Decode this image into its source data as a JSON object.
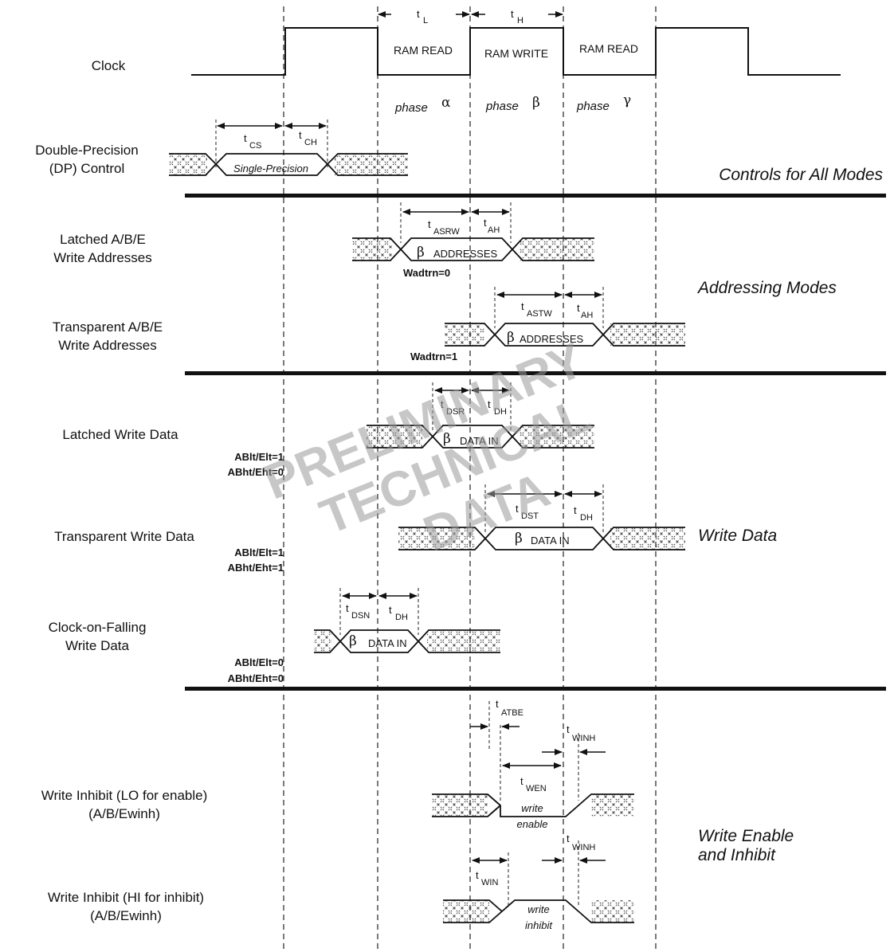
{
  "clock": {
    "label": "Clock",
    "ram_read_1": "RAM READ",
    "ram_write": "RAM WRITE",
    "ram_read_2": "RAM READ"
  },
  "phases": {
    "word": "phase",
    "alpha": "α",
    "beta": "β",
    "gamma": "γ"
  },
  "greek_beta": "β",
  "timing": {
    "tL": "t",
    "tL_sub": "L",
    "tH": "t",
    "tH_sub": "H",
    "tCS": "t",
    "tCS_sub": "CS",
    "tCH": "t",
    "tCH_sub": "CH",
    "tASRW": "t",
    "tASRW_sub": "ASRW",
    "tAH": "t",
    "tAH_sub": "AH",
    "tASTW": "t",
    "tASTW_sub": "ASTW",
    "tDSR": "t",
    "tDSR_sub": "DSR",
    "tDH": "t",
    "tDH_sub": "DH",
    "tDST": "t",
    "tDST_sub": "DST",
    "tDSN": "t",
    "tDSN_sub": "DSN",
    "tATBE": "t",
    "tATBE_sub": "ATBE",
    "tWINH": "t",
    "tWINH_sub": "WINH",
    "tWEN": "t",
    "tWEN_sub": "WEN",
    "tWIN": "t",
    "tWIN_sub": "WIN"
  },
  "rows": {
    "dp_line1": "Double-Precision",
    "dp_line2": "(DP) Control",
    "single_precision": "Single-Precision",
    "latched_addr_line1": "Latched A/B/E",
    "latched_addr_line2": "Write Addresses",
    "transparent_addr_line1": "Transparent A/B/E",
    "transparent_addr_line2": "Write Addresses",
    "addresses": "ADDRESSES",
    "wadtrn0": "Wadtrn=0",
    "wadtrn1": "Wadtrn=1",
    "latched_data": "Latched Write Data",
    "transparent_data": "Transparent Write Data",
    "cof_line1": "Clock-on-Falling",
    "cof_line2": "Write Data",
    "data_in": "DATA IN",
    "ablt1": "ABlt/Elt=1",
    "abht0": "ABht/Eht=0",
    "ablt1b": "ABlt/Elt=1",
    "abht1": "ABht/Eht=1",
    "ablt0": "ABlt/Elt=0",
    "abht0b": "ABht/Eht=0",
    "wi_lo_line1": "Write Inhibit (LO for enable)",
    "wi_lo_line2": "(A/B/Ewinh)",
    "wi_hi_line1": "Write Inhibit (HI for inhibit)",
    "wi_hi_line2": "(A/B/Ewinh)",
    "write": "write",
    "enable": "enable",
    "inhibit": "inhibit"
  },
  "sections": {
    "controls": "Controls for All Modes",
    "addressing": "Addressing Modes",
    "write_data": "Write Data",
    "we_line1": "Write Enable",
    "we_line2": "and Inhibit"
  },
  "watermark": {
    "line1": "PRELIMINARY",
    "line2": "TECHNICAL",
    "line3": "DATA"
  }
}
